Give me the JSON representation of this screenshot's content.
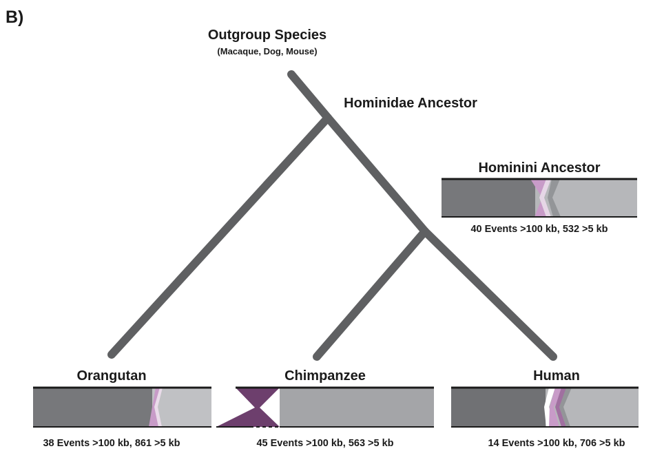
{
  "figure": {
    "panel_label": "B)",
    "outgroup": {
      "title": "Outgroup Species",
      "subtitle": "(Macaque, Dog, Mouse)"
    },
    "nodes": {
      "hominidae": {
        "label": "Hominidae Ancestor"
      },
      "hominini": {
        "label": "Hominini Ancestor",
        "events": "40 Events >100 kb, 532 >5 kb"
      }
    },
    "species": [
      {
        "name": "Orangutan",
        "events": "38 Events >100 kb, 861 >5 kb"
      },
      {
        "name": "Chimpanzee",
        "events": "45 Events >100 kb, 563 >5 kb"
      },
      {
        "name": "Human",
        "events": "14 Events >100 kb, 706 >5 kb"
      }
    ]
  },
  "colors": {
    "branch": "#5f6062",
    "block_dark": "#77787b",
    "block_light": "#b6b7ba",
    "block_mid": "#939598",
    "inversion_purple": "#8c5d8c",
    "inversion_light": "#c89bc8",
    "chimp_purple": "#6d3f6d",
    "outline": "#1a1a1a"
  }
}
